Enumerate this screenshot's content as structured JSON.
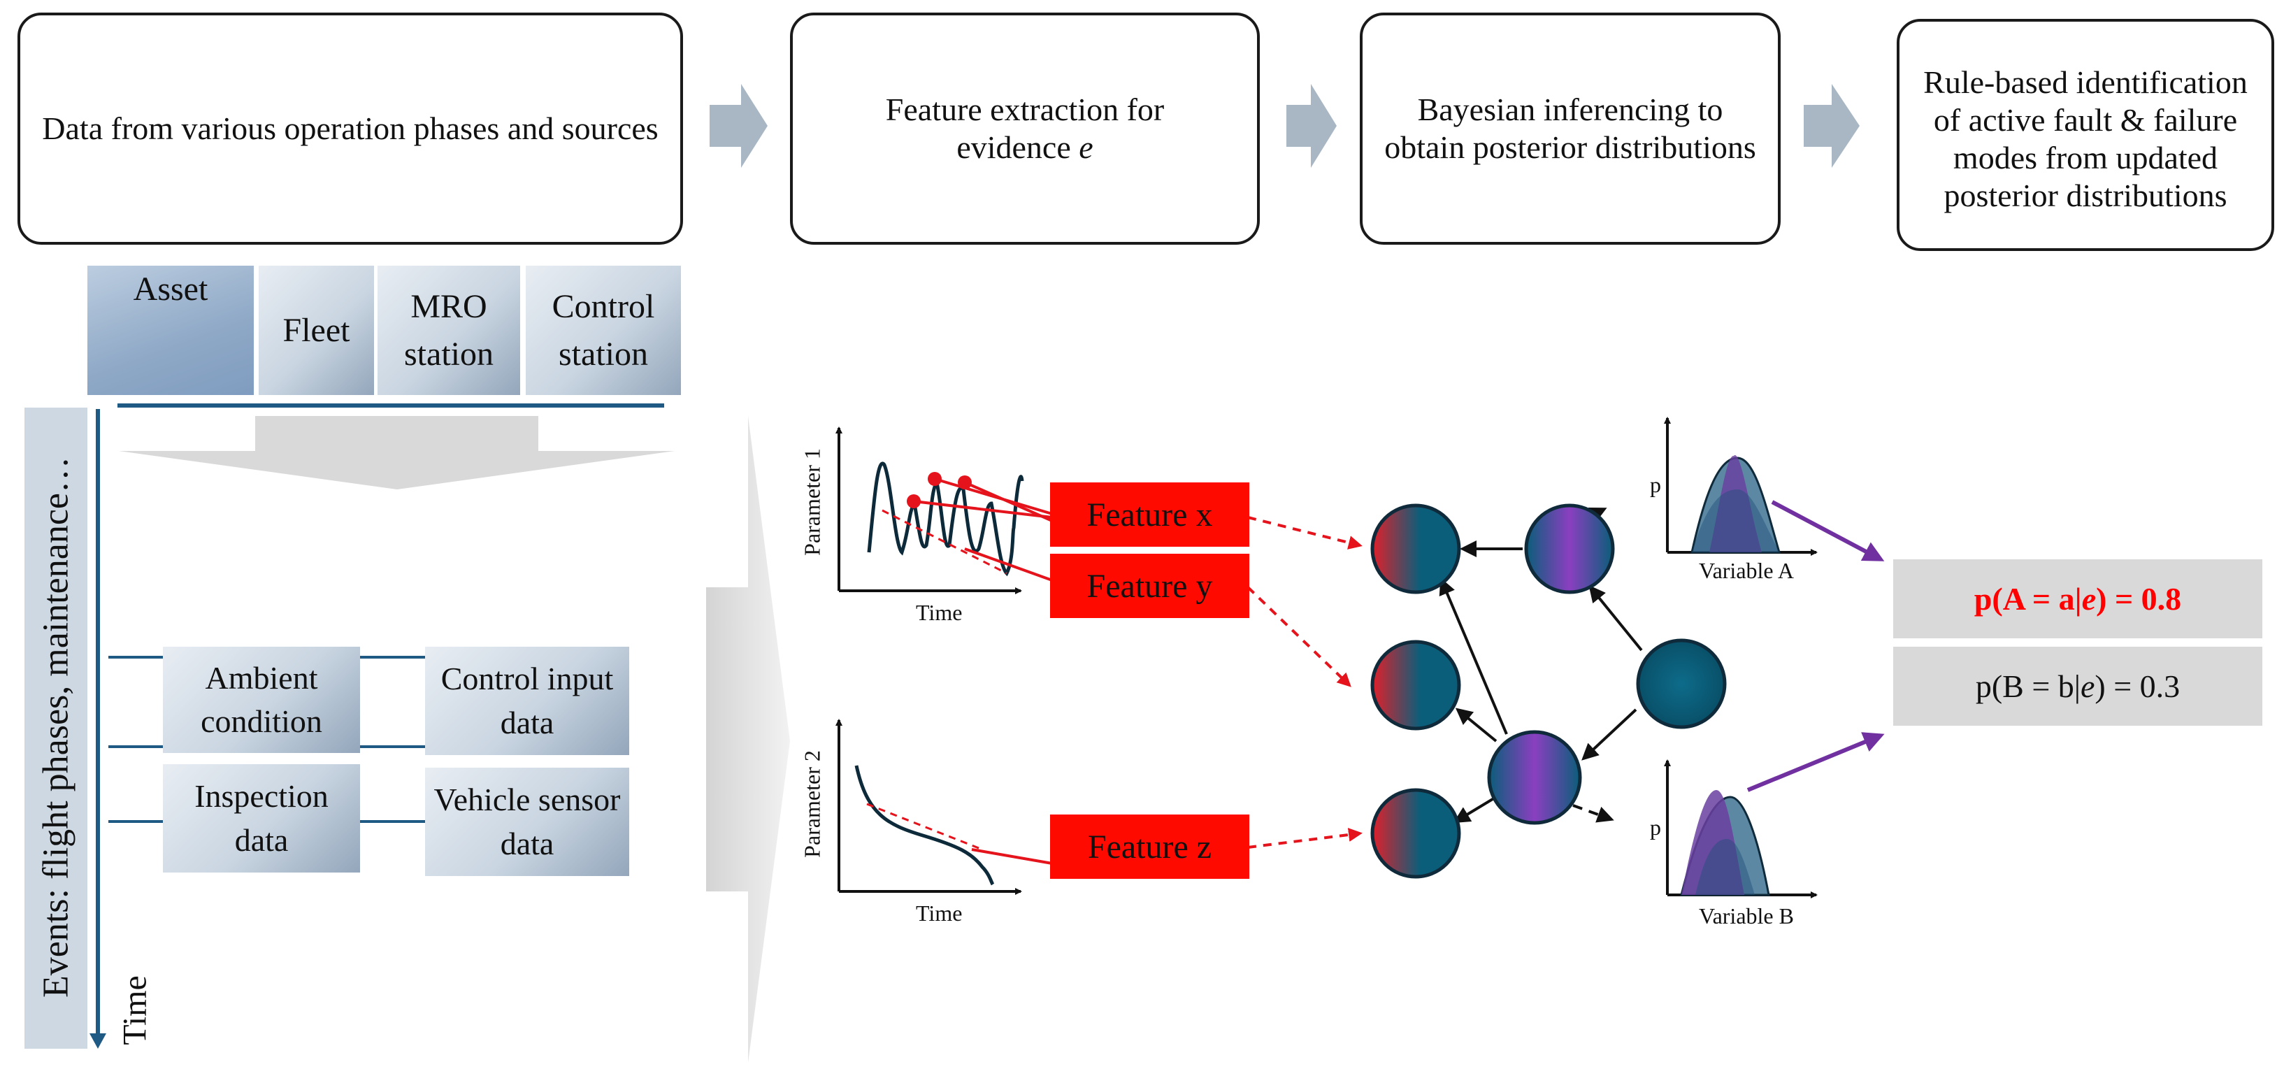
{
  "process_steps": [
    {
      "text": "Data from various operation phases and sources"
    },
    {
      "text_before": "Feature extraction for evidence ",
      "italic": "e"
    },
    {
      "text": "Bayesian inferencing to obtain posterior distributions"
    },
    {
      "text": "Rule-based identification of active fault & failure modes from updated posterior distributions"
    }
  ],
  "sources": [
    "Asset",
    "Fleet",
    "MRO station",
    "Control station"
  ],
  "timeline": {
    "events_label": "Events: flight phases, maintenance…",
    "time_label": "Time"
  },
  "data_types": [
    "Ambient condition",
    "Control input data",
    "Inspection data",
    "Vehicle sensor data"
  ],
  "plots": {
    "plot1_ylabel": "Parameter 1",
    "plot1_xlabel": "Time",
    "plot2_ylabel": "Parameter 2",
    "plot2_xlabel": "Time"
  },
  "features": [
    "Feature x",
    "Feature y",
    "Feature z"
  ],
  "posteriors": {
    "a_xlabel": "Variable A",
    "a_ylabel": "p",
    "b_xlabel": "Variable B",
    "b_ylabel": "p"
  },
  "results": {
    "a_pre": "p(A = a|",
    "a_ev": "e",
    "a_post": ") = 0.8",
    "b_pre": "p(B = b|",
    "b_ev": "e",
    "b_post": ") = 0.3"
  },
  "colors": {
    "feature_red": "#ff0a00",
    "node_teal": "#0b5e7a",
    "node_purple": "#7a3fb0",
    "node_red": "#e0202a",
    "timeline_blue": "#1f5a85",
    "result_highlight": "#ff0000",
    "arrow_purple": "#7030a0"
  }
}
